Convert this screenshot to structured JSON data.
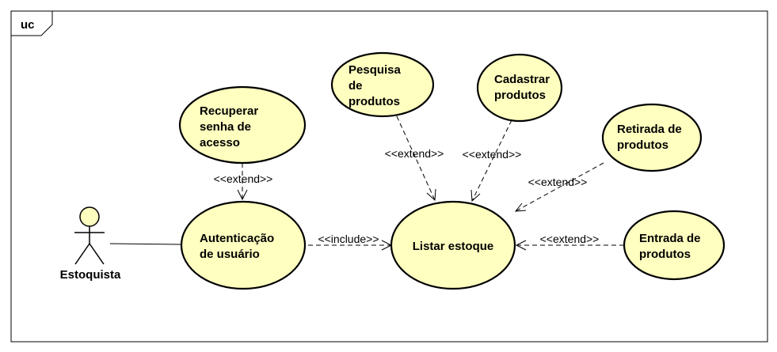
{
  "frame": {
    "tag": "uc"
  },
  "colors": {
    "usecase_fill": "#FFFFC0",
    "stroke": "#000000",
    "background": "#FFFFFF"
  },
  "actor": {
    "name": "Estoquista",
    "icon": "stick-figure-actor-icon"
  },
  "use_cases": {
    "recuperar": [
      "Recuperar",
      "senha de",
      "acesso"
    ],
    "autenticacao": [
      "Autenticação",
      "de usuário"
    ],
    "pesquisa": [
      "Pesquisa",
      "de",
      "produtos"
    ],
    "cadastrar": [
      "Cadastrar",
      "produtos"
    ],
    "listar": [
      "Listar estoque"
    ],
    "retirada": [
      "Retirada de",
      "produtos"
    ],
    "entrada": [
      "Entrada de",
      "produtos"
    ]
  },
  "relationships": {
    "extend_recuperar": "<<extend>>",
    "include_autenticacao": "<<include>>",
    "extend_pesquisa": "<<extend>>",
    "extend_cadastrar": "<<extend>>",
    "extend_retirada": "<<extend>>",
    "extend_entrada": "<<extend>>"
  }
}
